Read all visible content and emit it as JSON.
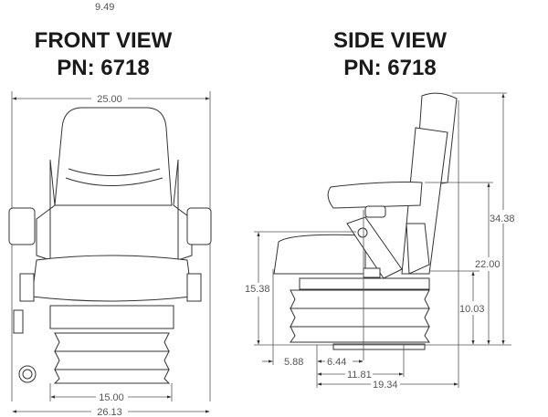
{
  "top_partial_dimension": "9.49",
  "front_view": {
    "title": "FRONT VIEW",
    "part_number": "PN: 6718",
    "dimensions": {
      "overall_width": "25.00",
      "base_width": "15.00",
      "total_width": "26.13"
    }
  },
  "side_view": {
    "title": "SIDE VIEW",
    "part_number": "PN: 6718",
    "dimensions": {
      "seat_height": "15.38",
      "base_to_mount": "10.03",
      "armrest_height": "22.00",
      "overall_height": "34.38",
      "front_offset": "5.88",
      "mount_spacing": "6.44",
      "mount_depth": "11.81",
      "overall_depth": "19.34"
    }
  }
}
